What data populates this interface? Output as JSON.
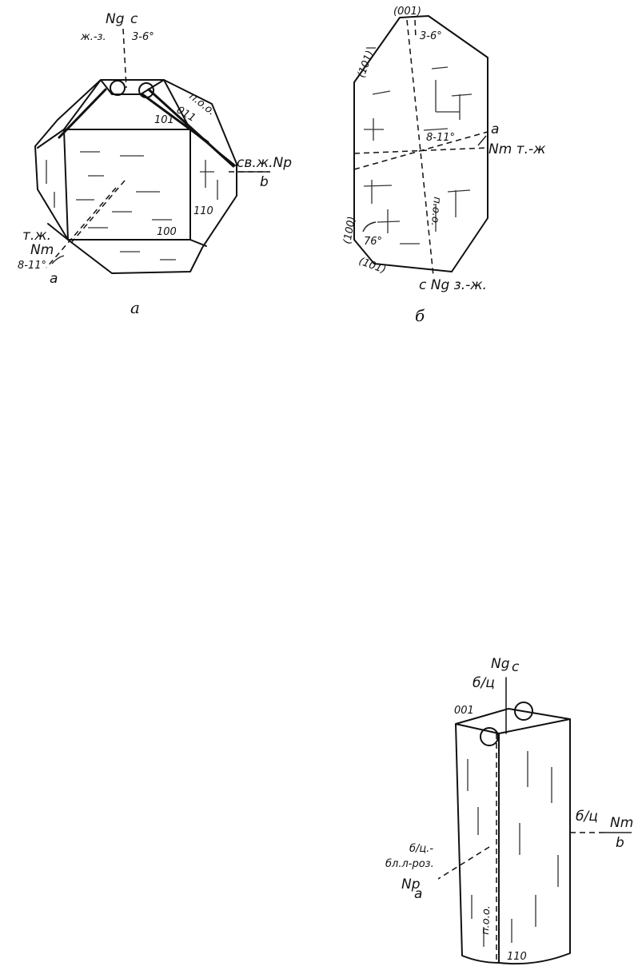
{
  "figures": {
    "a": {
      "caption": "а",
      "axes": {
        "ng": "Ng",
        "c": "c",
        "color_ng": "ж.-з.",
        "angle_c": "3-6°",
        "np_color": "св.ж.Np",
        "b": "b",
        "color_nm": "т.ж.",
        "nm": "Nm",
        "angle_a": "8-11°",
        "a": "a"
      },
      "faces": {
        "f101": "101",
        "f011": "011",
        "f110": "110",
        "f100": "100"
      },
      "pod": "п.о.о."
    },
    "b": {
      "caption": "б",
      "faces": {
        "f001": "(001)",
        "f101": "(101)",
        "f100": "(100)",
        "f101_bottom": "(101)"
      },
      "angle_top": "3-6°",
      "angle_mid": "8-11°",
      "a": "a",
      "nm_color": "Nm т.-ж",
      "pod": "п.о.о.",
      "angle_bottom": "76°",
      "bottom_axis": "c Ng з.-ж."
    },
    "c": {
      "axes": {
        "ng": "Ng",
        "c": "c",
        "color_ng": "б/ц",
        "color_nm": "б/ц",
        "nm": "Nm",
        "b": "b",
        "color_np_1": "б/ц.-",
        "color_np_2": "бл.л-роз.",
        "np": "Np",
        "a": "a"
      },
      "faces": {
        "f001": "001",
        "f110": "110"
      },
      "pod": "п.о.о."
    }
  }
}
